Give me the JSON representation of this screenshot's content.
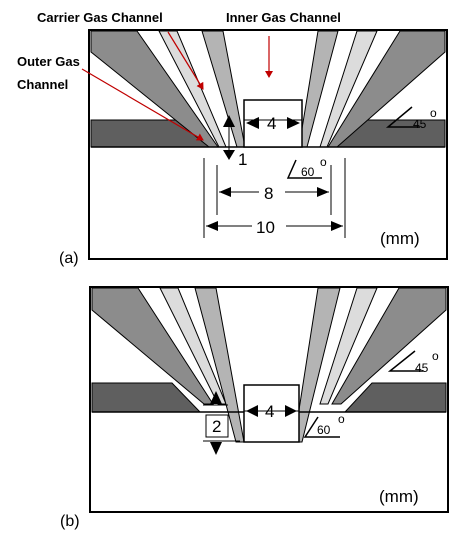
{
  "labels": {
    "carrier": "Carrier Gas Channel",
    "inner": "Inner Gas Channel",
    "outer_line1": "Outer Gas",
    "outer_line2": "Channel"
  },
  "panel_a": {
    "letter": "(a)",
    "units": "(mm)",
    "gap": "4",
    "slot": "1",
    "span_inner": "8",
    "span_outer": "10",
    "angle_top": "45",
    "angle_bottom": "60",
    "degree": "o"
  },
  "panel_b": {
    "letter": "(b)",
    "units": "(mm)",
    "gap": "4",
    "slot": "2",
    "angle_top": "45",
    "angle_bottom": "60",
    "degree": "o"
  },
  "colors": {
    "outer_dark": "#8c8c8c",
    "mid_light": "#dcdcdc",
    "inner_mid": "#b4b4b4",
    "band_dark": "#5f5f5f",
    "arrow_red": "#c00000"
  }
}
